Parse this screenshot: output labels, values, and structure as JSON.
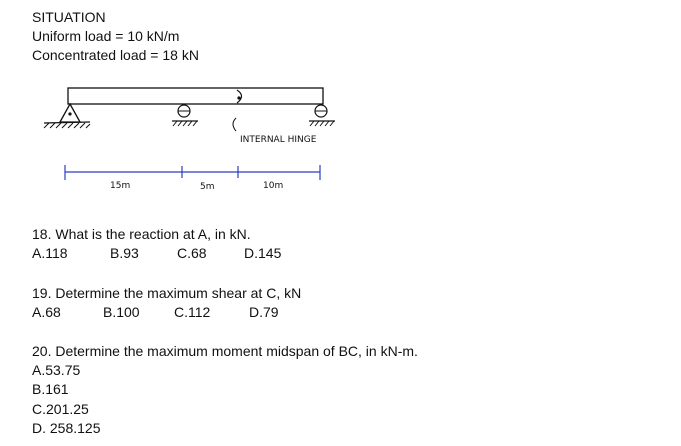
{
  "situation": {
    "heading": "SITUATION",
    "uniform_load": "Uniform load = 10 kN/m",
    "concentrated_load": "Concentrated load = 18 kN"
  },
  "diagram": {
    "hinge_label": "INTERNAL HINGE",
    "span_1": "15m",
    "span_2": "5m",
    "span_3": "10m"
  },
  "questions": [
    {
      "text": "18. What is the reaction at A, in kN.",
      "choices": [
        "A.118",
        "B.93",
        "C.68",
        "D.145"
      ]
    },
    {
      "text": "19. Determine the maximum shear at C, kN",
      "choices": [
        "A.68",
        "B.100",
        "C.112",
        "D.79"
      ]
    },
    {
      "text": "20. Determine the maximum moment midspan of BC, in kN-m.",
      "choices": [
        "A.53.75",
        "B.161",
        "C.201.25",
        "D. 258.125"
      ]
    }
  ]
}
